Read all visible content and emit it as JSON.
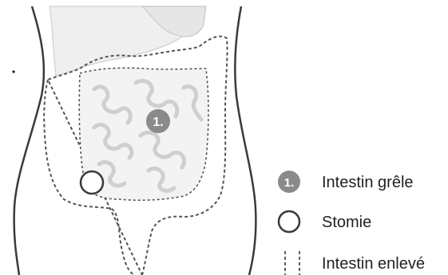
{
  "diagram": {
    "marker_number": "1.",
    "legend": [
      {
        "key": "small_intestine",
        "symbol": "filled-circle-number",
        "label": "Intestin grêle"
      },
      {
        "key": "stoma",
        "symbol": "open-circle",
        "label": "Stomie"
      },
      {
        "key": "removed_intestine",
        "symbol": "dashed-double-line",
        "label": "Intestin enlevé"
      }
    ],
    "colors": {
      "outline": "#3a3a3a",
      "marker_fill": "#8a8a8a",
      "organ_fill": "#efefef",
      "organ_line": "#d4d4d4",
      "text": "#231f20"
    }
  }
}
